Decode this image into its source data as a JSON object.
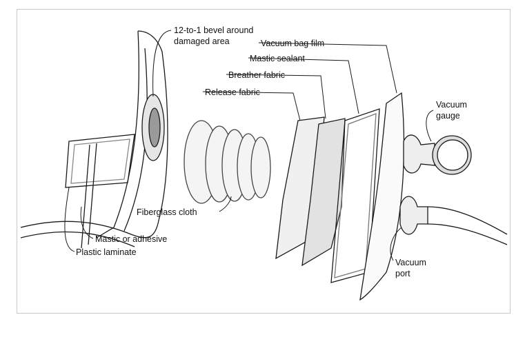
{
  "labels": {
    "bevel": [
      "12-to-1 bevel around",
      "damaged area"
    ],
    "vacuum_bag_film": "Vacuum bag film",
    "mastic_sealant": "Mastic sealant",
    "breather_fabric": "Breather fabric",
    "release_fabric": "Release fabric",
    "vacuum_gauge": [
      "Vacuum",
      "gauge"
    ],
    "fiberglass_cloth": "Fiberglass cloth",
    "mastic_or_adhesive": "Mastic or adhesive",
    "plastic_laminate": "Plastic laminate",
    "vacuum_port": [
      "Vacuum",
      "port"
    ]
  },
  "colors": {
    "ink": "#1a1a1a",
    "frame": "#c8c8c8",
    "shade": "#bdbdbd"
  }
}
